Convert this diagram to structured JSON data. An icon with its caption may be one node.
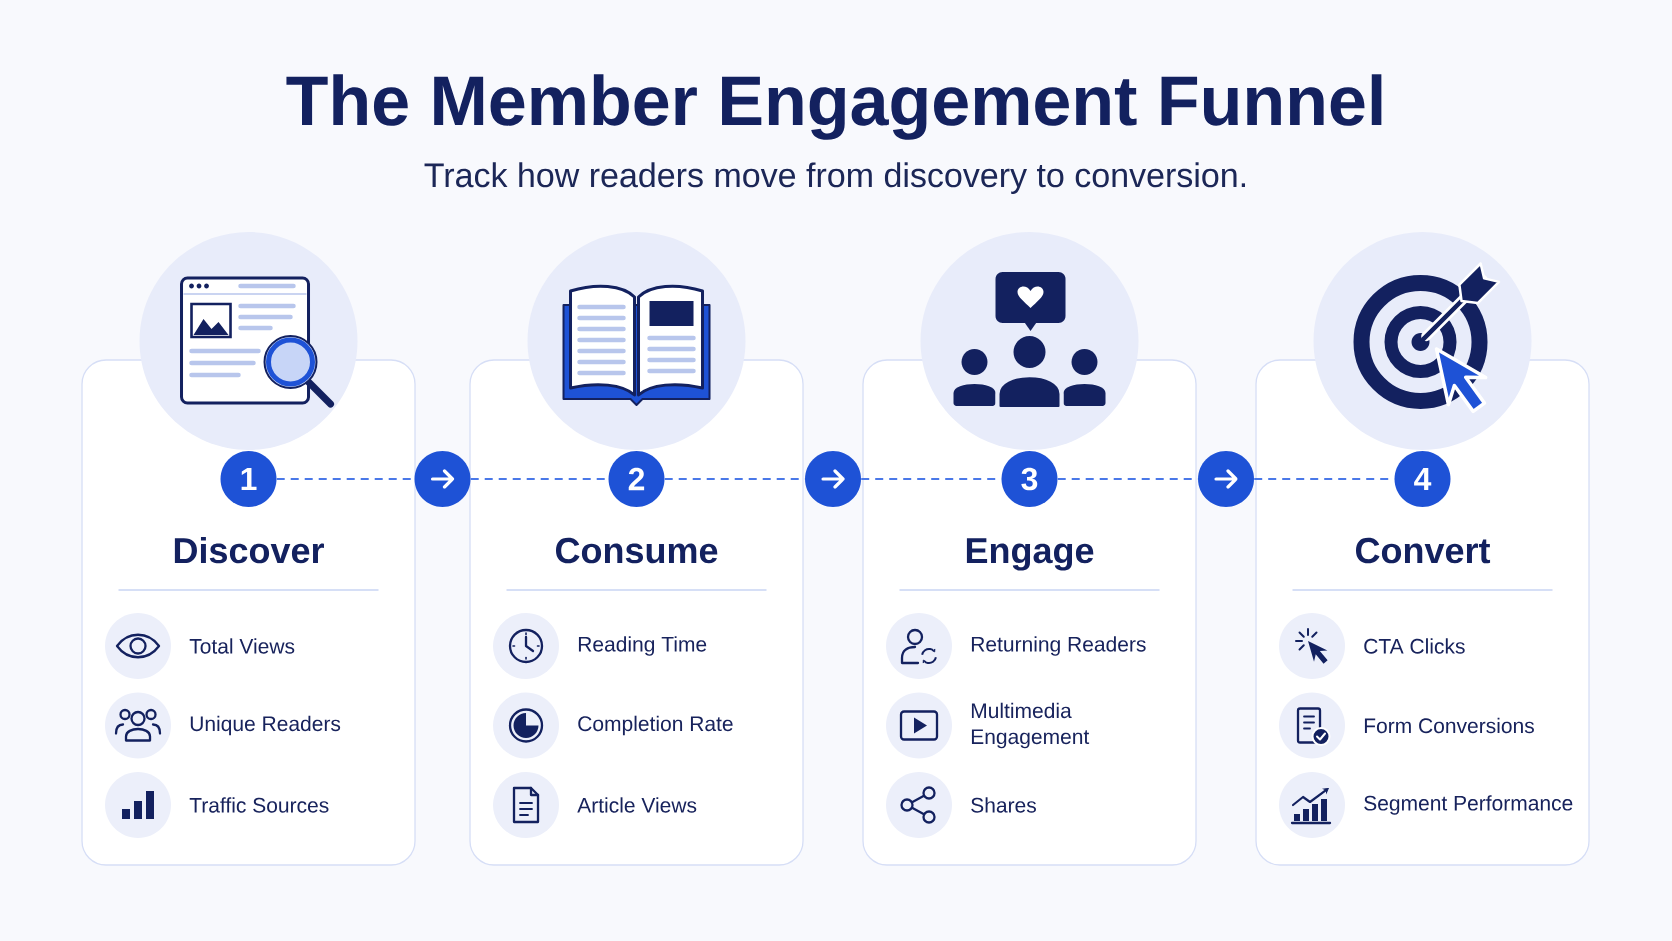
{
  "diagram": {
    "title": "The Member Engagement Funnel",
    "nodes": [
      {
        "text": [
          "Discover",
          "Total Views",
          "Unique Readers",
          "Traffic Sources"
        ]
      },
      {
        "text": [
          "1"
        ],
        "in": 0
      },
      {
        "text": [],
        "shape": "circle"
      },
      {
        "text": [
          "Consume",
          "Reading Time",
          "Completion Rate",
          "Article Views"
        ]
      },
      {
        "text": [
          "2"
        ],
        "in": 3
      },
      {
        "text": [],
        "shape": "circle"
      },
      {
        "text": [
          "Engage",
          "Returning Readers",
          "Multimedia Engagement",
          "Shares"
        ]
      },
      {
        "text": [
          "3"
        ],
        "in": 6
      },
      {
        "text": [],
        "shape": "circle"
      },
      {
        "text": [
          "Convert",
          "CTA Clicks",
          "Form Conversions",
          "Segment Performance"
        ]
      },
      {
        "text": [
          "4"
        ],
        "in": 9
      }
    ],
    "edges": [
      {
        "from": 1,
        "to": 2,
        "arrow": "none",
        "style": "dashed"
      },
      {
        "from": 2,
        "to": 4,
        "arrow": "none",
        "style": "dashed"
      },
      {
        "from": 4,
        "to": 5,
        "arrow": "none",
        "style": "dashed"
      },
      {
        "from": 5,
        "to": 7,
        "arrow": "none",
        "style": "dashed"
      },
      {
        "from": 7,
        "to": 8,
        "arrow": "none",
        "style": "dashed"
      },
      {
        "from": 8,
        "to": 10,
        "arrow": "none",
        "style": "dashed"
      }
    ],
    "labels": [
      "Track how readers move from discovery to conversion."
    ]
  }
}
